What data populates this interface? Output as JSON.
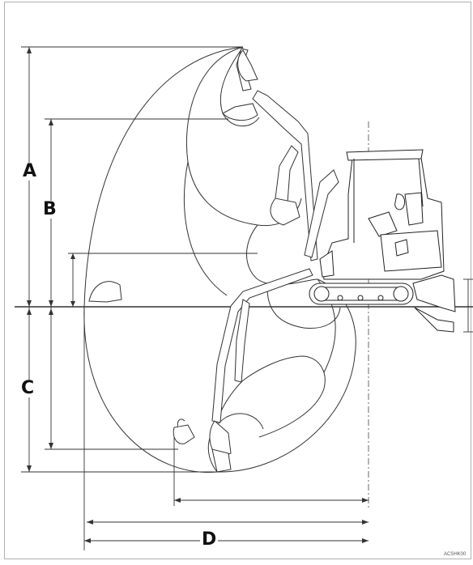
{
  "dimension_labels": {
    "a": "A",
    "b": "B",
    "c": "C",
    "d": "D"
  },
  "image_code": "ACSHK00",
  "colors": {
    "line": "#333333",
    "frame": "#b0b0b0",
    "background": "#ffffff"
  }
}
